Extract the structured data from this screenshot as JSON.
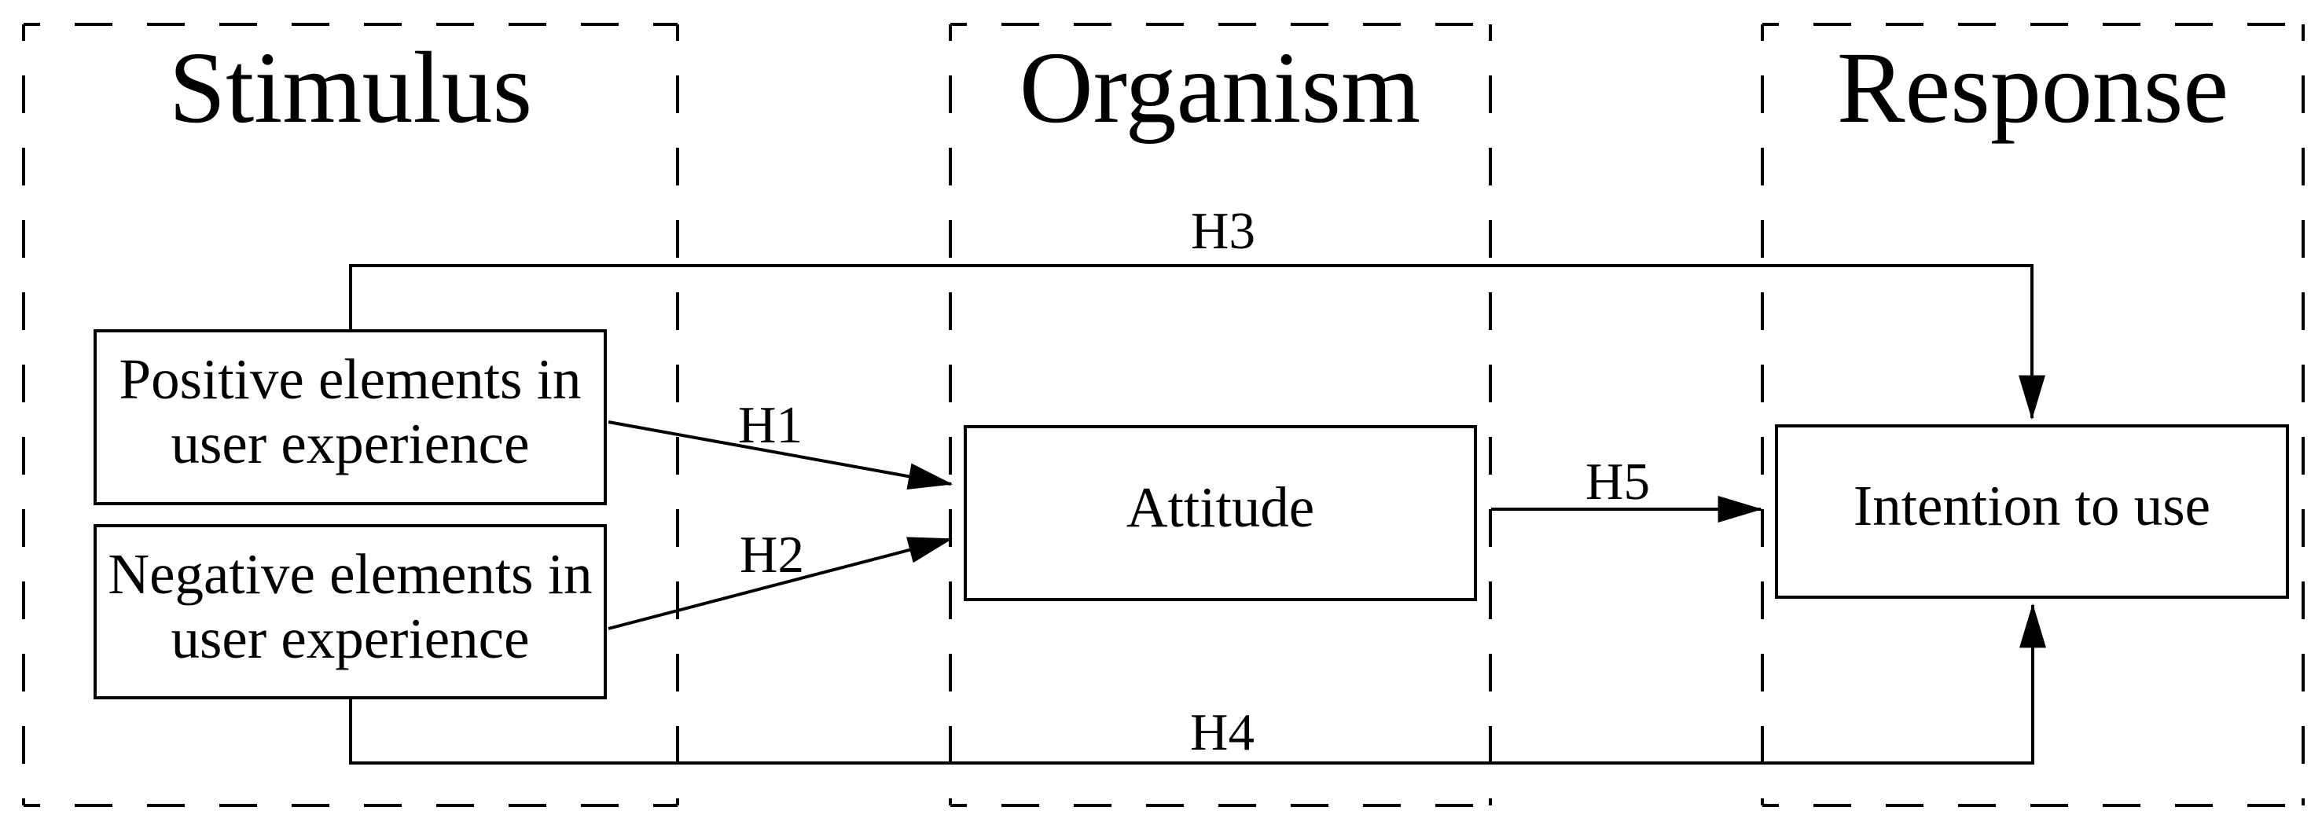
{
  "regions": [
    {
      "id": "stimulus",
      "title": "Stimulus"
    },
    {
      "id": "organism",
      "title": "Organism"
    },
    {
      "id": "response",
      "title": "Response"
    }
  ],
  "nodes": {
    "positive": {
      "line1": "Positive elements in",
      "line2": "user experience"
    },
    "negative": {
      "line1": "Negative elements in",
      "line2": "user experience"
    },
    "attitude": {
      "label": "Attitude"
    },
    "intention": {
      "label": "Intention to use"
    }
  },
  "hypotheses": {
    "h1": "H1",
    "h2": "H2",
    "h3": "H3",
    "h4": "H4",
    "h5": "H5"
  },
  "edges": [
    {
      "label": "H1",
      "from": "positive",
      "to": "attitude"
    },
    {
      "label": "H2",
      "from": "negative",
      "to": "attitude"
    },
    {
      "label": "H3",
      "from": "positive",
      "to": "intention",
      "route": "over-the-top"
    },
    {
      "label": "H4",
      "from": "negative",
      "to": "intention",
      "route": "under-the-bottom"
    },
    {
      "label": "H5",
      "from": "attitude",
      "to": "intention"
    }
  ],
  "colors": {
    "line": "#000000",
    "background": "#ffffff",
    "text": "#000000"
  }
}
